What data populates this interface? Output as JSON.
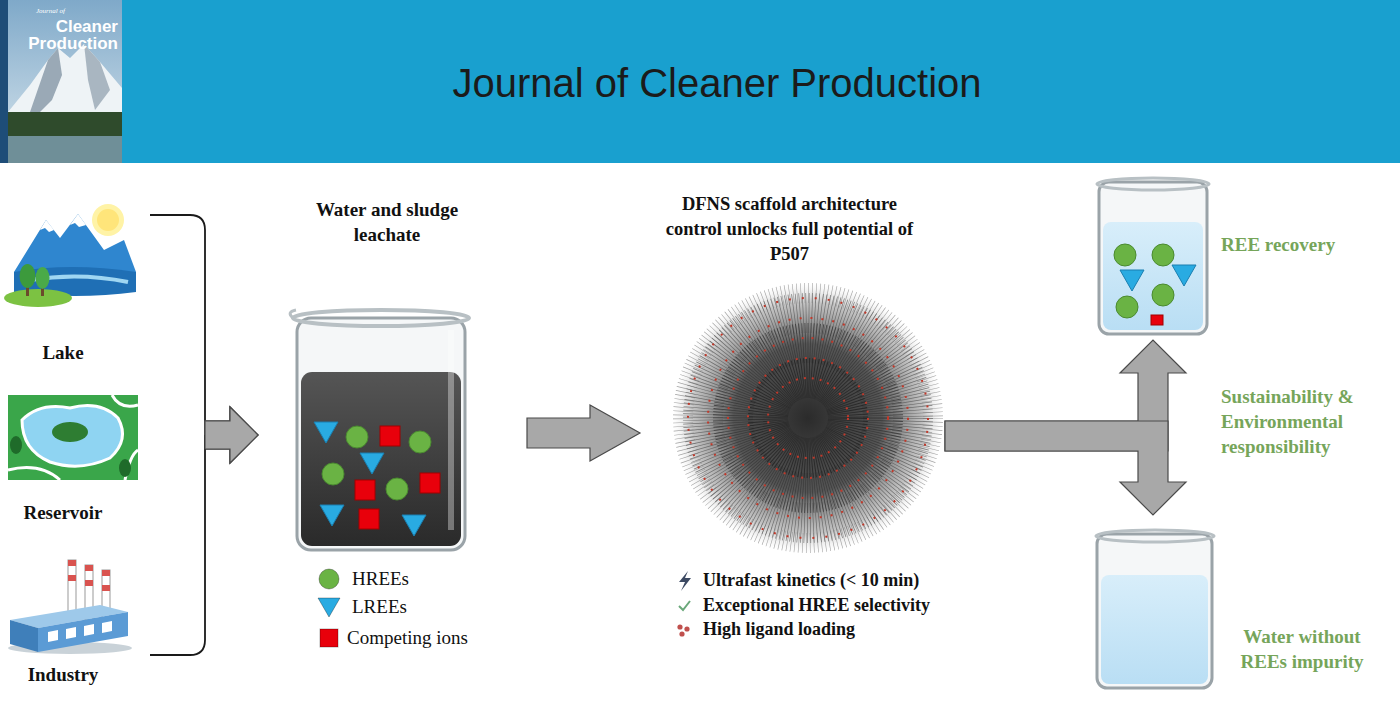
{
  "diagram": {
    "title": "Journal of Cleaner Production",
    "nodes": [
      {
        "text": [
          "Lake"
        ]
      },
      {
        "text": [
          "Reservoir"
        ]
      },
      {
        "text": [
          "Industry"
        ]
      },
      {
        "text": [
          "Water and sludge leachate"
        ]
      },
      {
        "text": [
          "DFNS scaffold architecture control unlocks full potential of P507",
          "Ultrafast kinetics (< 10 min)",
          "Exceptional HREE selectivity",
          "High ligand loading"
        ]
      },
      {
        "text": [
          "REE recovery"
        ]
      },
      {
        "text": [
          "Water without REEs impurity"
        ]
      }
    ],
    "edges": [
      {
        "from": 0,
        "to": 3,
        "arrow": "to"
      },
      {
        "from": 1,
        "to": 3,
        "arrow": "to"
      },
      {
        "from": 2,
        "to": 3,
        "arrow": "to"
      },
      {
        "from": 3,
        "to": 4,
        "arrow": "to"
      },
      {
        "from": 4,
        "to": 5,
        "arrow": "to"
      },
      {
        "from": 4,
        "to": 6,
        "arrow": "to"
      }
    ],
    "labels": [
      "Journal of",
      "Cleaner Production",
      "Sustainability & Environmental responsibility"
    ],
    "legend": [
      {
        "text": "HREEs",
        "color": "#6ab344"
      },
      {
        "text": "LREEs",
        "color": "#29abe2"
      },
      {
        "text": "Competing ions",
        "color": "#e8000b"
      }
    ]
  }
}
